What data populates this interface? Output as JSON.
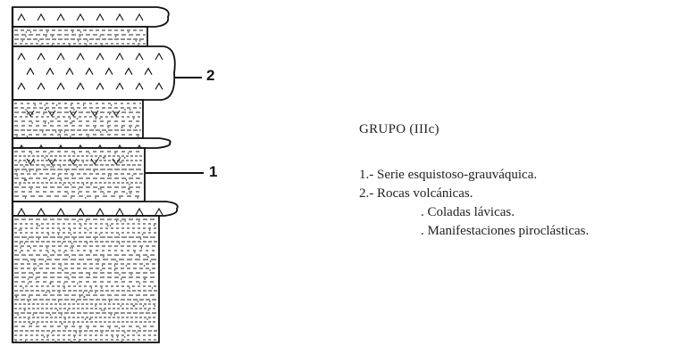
{
  "column": {
    "callouts": [
      {
        "label": "2",
        "target": "Rocas volcánicas"
      },
      {
        "label": "1",
        "target": "Serie esquistoso-grauváquica"
      }
    ],
    "units": [
      {
        "lithology": "volcanic"
      },
      {
        "lithology": "schist-greywacke"
      },
      {
        "lithology": "volcanic"
      },
      {
        "lithology": "schist-greywacke"
      },
      {
        "lithology": "volcanic"
      },
      {
        "lithology": "schist-greywacke"
      },
      {
        "lithology": "volcanic"
      },
      {
        "lithology": "schist-greywacke"
      }
    ]
  },
  "legend": {
    "title": "GRUPO (IIIc)",
    "items": [
      {
        "text": "1.- Serie esquistoso-grauváquica."
      },
      {
        "text": "2.- Rocas volcánicas."
      }
    ],
    "subitems": [
      {
        "text": ". Coladas lávicas."
      },
      {
        "text": ". Manifestaciones piroclásticas."
      }
    ]
  }
}
